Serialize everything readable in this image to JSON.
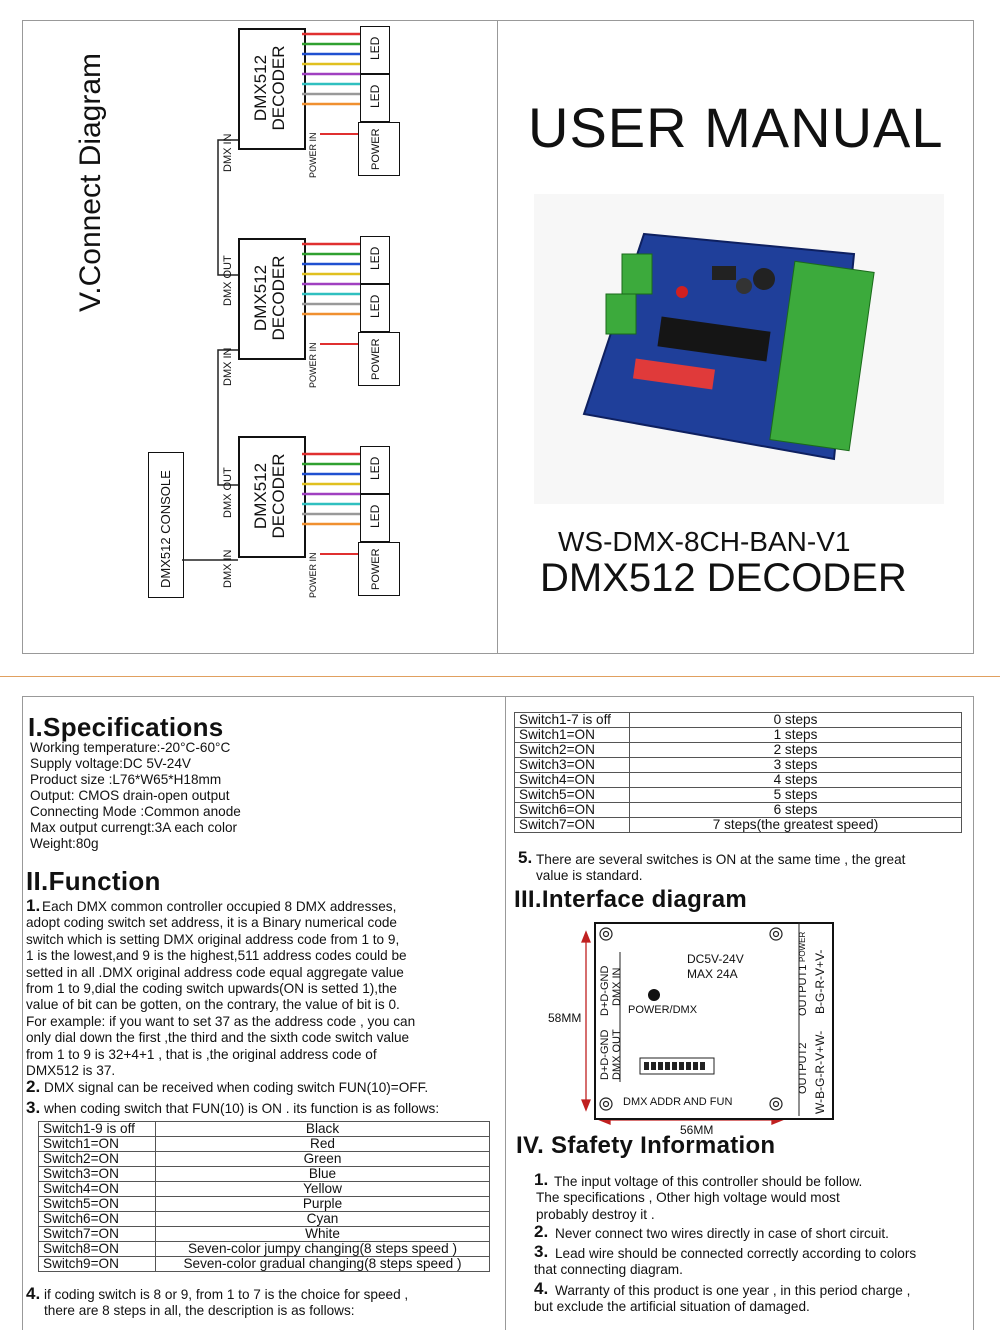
{
  "cover": {
    "diagram_title": "V.Connect Diagram",
    "decoder_line1": "DMX512",
    "decoder_line2": "DECODER",
    "console": "DMX512 CONSOLE",
    "dmx_in": "DMX IN",
    "dmx_out": "DMX OUT",
    "power_in": "POWER IN",
    "led": "LED",
    "power": "POWER",
    "manual_title": "USER MANUAL",
    "model": "WS-DMX-8CH-BAN-V1",
    "product": "DMX512 DECODER",
    "wire_colors": [
      "#e03030",
      "#30a030",
      "#2050d0",
      "#e0c020",
      "#a040c0",
      "#30c0c0",
      "#999999",
      "#f09030"
    ]
  },
  "specs": {
    "heading": "I.Specifications",
    "lines": [
      "Working temperature:-20°C-60°C",
      "Supply voltage:DC 5V-24V",
      "Product size :L76*W65*H18mm",
      "Output: CMOS drain-open output",
      "Connecting Mode :Common anode",
      "Max output currengt:3A  each color",
      "Weight:80g"
    ]
  },
  "function": {
    "heading": "II.Function",
    "p1_num": "1.",
    "p1": [
      "Each DMX common controller occupied 8 DMX addresses,",
      " adopt coding switch set address, it is a Binary numerical code",
      "  switch which is setting DMX original address code from 1 to 9,",
      "1 is the lowest,and 9 is the highest,511 address codes  could be",
      " setted  in all .DMX original address code equal aggregate value",
      " from 1 to 9,dial the coding switch upwards(ON is setted 1),the",
      " value of bit can be  gotten, on the contrary, the value of bit is 0.",
      " For example:  if you want to set 37 as the address code , you can",
      " only dial down the first ,the third and the  sixth code switch value",
      " from 1 to 9 is 32+4+1 , that is ,the original address  code of",
      " DMX512 is 37."
    ],
    "p2_num": "2.",
    "p2": "DMX signal can be received when coding switch FUN(10)=OFF.",
    "p3_num": "3.",
    "p3": "when coding switch that FUN(10) is ON . its function is as follows:",
    "table1": [
      [
        "Switch1-9 is off",
        "Black"
      ],
      [
        "Switch1=ON",
        "Red"
      ],
      [
        "Switch2=ON",
        "Green"
      ],
      [
        "Switch3=ON",
        "Blue"
      ],
      [
        "Switch4=ON",
        "Yellow"
      ],
      [
        "Switch5=ON",
        "Purple"
      ],
      [
        "Switch6=ON",
        "Cyan"
      ],
      [
        "Switch7=ON",
        "White"
      ],
      [
        "Switch8=ON",
        "Seven-color jumpy changing(8 steps speed )"
      ],
      [
        "Switch9=ON",
        "Seven-color gradual changing(8 steps speed )"
      ]
    ],
    "p4_num": "4.",
    "p4": [
      "if coding switch is 8 or 9,  from 1 to 7 is the choice for speed ,",
      "  there are 8 steps in all, the description is as follows:"
    ],
    "table2": [
      [
        "Switch1-7 is off",
        "0 steps"
      ],
      [
        "Switch1=ON",
        "1 steps"
      ],
      [
        "Switch2=ON",
        "2 steps"
      ],
      [
        "Switch3=ON",
        "3 steps"
      ],
      [
        "Switch4=ON",
        "4 steps"
      ],
      [
        "Switch5=ON",
        "5 steps"
      ],
      [
        "Switch6=ON",
        "6 steps"
      ],
      [
        "Switch7=ON",
        "7 steps(the greatest speed)"
      ]
    ],
    "p5_num": "5.",
    "p5": [
      "There are several switches is ON at the same time , the great",
      "   value is standard."
    ]
  },
  "interface": {
    "heading": "III.Interface diagram",
    "dc": "DC5V-24V",
    "max": "MAX 24A",
    "power_dmx": "POWER/DMX",
    "addr": "DMX ADDR AND FUN",
    "dim_h": "58MM",
    "dim_w": "56MM",
    "dmx_in": "DMX IN",
    "dmx_in_pins": "D+D-GND",
    "dmx_out": "DMX OUT",
    "dmx_out_pins": "D+D-GND",
    "power_lbl": "POWER",
    "output1": "OUTPUT1",
    "output1_pins": "B-G-R-V+V-",
    "output2": "OUTPUT2",
    "output2_pins": "W-B-G-R-V+W-"
  },
  "safety": {
    "heading": "IV. Sfafety Information",
    "items": [
      {
        "num": "1.",
        "lines": [
          "The input voltage of this controller should be follow.",
          " The specifications , Other high voltage would most",
          " probably destroy it ."
        ]
      },
      {
        "num": "2.",
        "lines": [
          "Never connect two wires directly in case of short circuit."
        ]
      },
      {
        "num": "3.",
        "lines": [
          "Lead wire should be connected correctly according to colors",
          "that connecting diagram."
        ]
      },
      {
        "num": "4.",
        "lines": [
          "Warranty of this product is one year , in this period charge ,",
          "but exclude the artificial situation of damaged."
        ]
      }
    ]
  }
}
